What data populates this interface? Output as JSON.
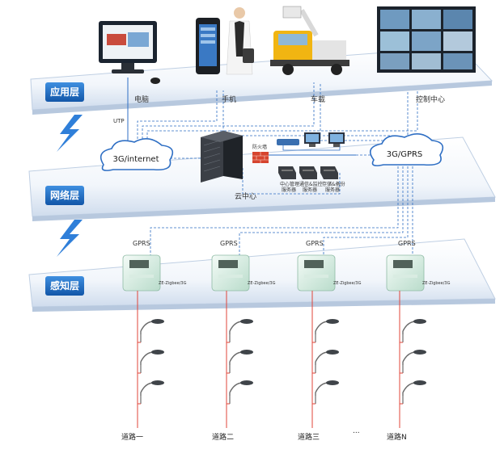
{
  "layers": [
    {
      "name": "应用层"
    },
    {
      "name": "网络层"
    },
    {
      "name": "感知层"
    }
  ],
  "app_devices": [
    "电脑",
    "手机",
    "车载",
    "控制中心"
  ],
  "network": {
    "internet_label": "3G/internet",
    "gprs_label": "3G/GPRS",
    "utp_label": "UTP",
    "firewall_label": "防火墙",
    "cloud_label": "云中心",
    "servers": [
      {
        "line1": "中心管理",
        "line2": "服务器"
      },
      {
        "line1": "通信&监控",
        "line2": "服务器"
      },
      {
        "line1": "存储&备份",
        "line2": "服务器"
      }
    ]
  },
  "perception": {
    "gprs_label": "GPRS",
    "device_label": "ZE-Zigbee/3G",
    "roads": [
      "道路一",
      "道路二",
      "道路三",
      "道路N"
    ],
    "ellipsis": "..."
  },
  "colors": {
    "layer_tag": "#1c6fc2",
    "cable_blue": "#2f6fc4",
    "cable_red": "#e0453a",
    "lightning": "#2f7fd9"
  }
}
